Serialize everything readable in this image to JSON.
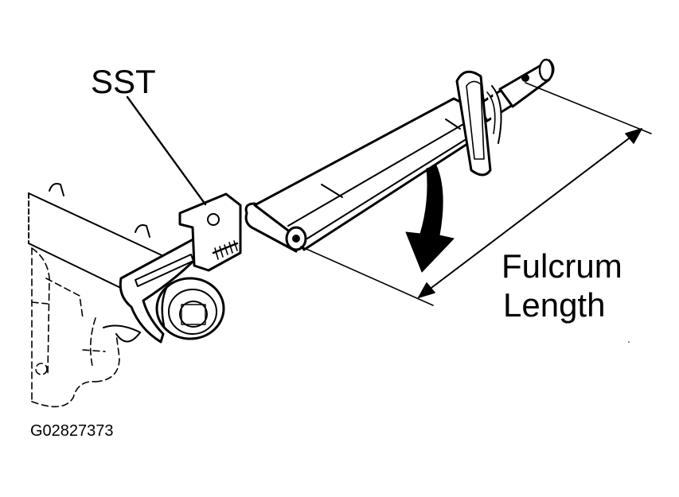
{
  "labels": {
    "tool": "SST",
    "dimension_line1": "Fulcrum",
    "dimension_line2": "Length",
    "figure_id": "G02827373"
  },
  "colors": {
    "ink": "#000000",
    "paper": "#ffffff"
  }
}
